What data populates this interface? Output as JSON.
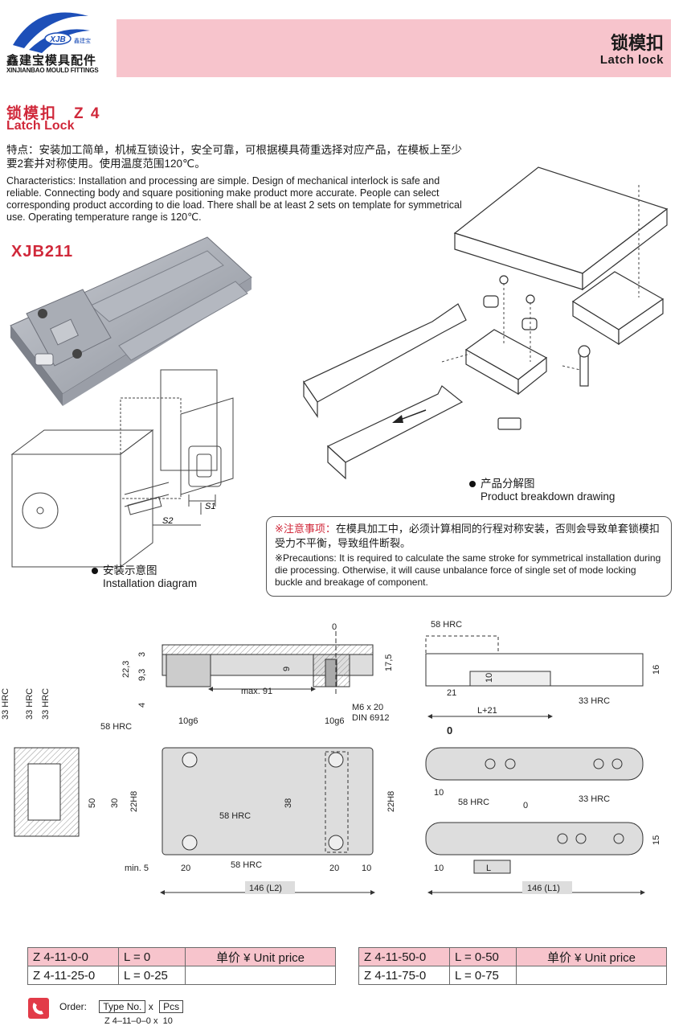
{
  "header": {
    "logo_mark": "XJB",
    "logo_badge": "鑫建宝",
    "logo_cn": "鑫建宝模具配件",
    "logo_en": "XINJIANBAO MOULD FITTINGS",
    "page_title_cn": "锁模扣",
    "page_title_en": "Latch lock"
  },
  "product": {
    "title_cn": "锁模扣　Z 4",
    "title_en": "Latch Lock",
    "features_cn": "特点：安装加工简单，机械互锁设计，安全可靠，可根据模具荷重选择对应产品，在模板上至少要2套并对称使用。使用温度范围120℃。",
    "features_en": "Characteristics: Installation and processing are simple. Design of mechanical interlock is safe and reliable. Connecting body and square positioning make product more accurate. People can select corresponding product according to die load. There shall be at least 2 sets on template for symmetrical use. Operating temperature range is 120℃.",
    "model": "XJB211"
  },
  "captions": {
    "breakdown_cn": "产品分解图",
    "breakdown_en": "Product breakdown drawing",
    "install_cn": "安装示意图",
    "install_en": "Installation diagram"
  },
  "install_labels": {
    "s1": "S1",
    "s2": "S2"
  },
  "precautions": {
    "lead": "※注意事项：",
    "text_cn": "在模具加工中，必须计算相同的行程对称安装，否则会导致单套锁模扣受力不平衡，导致组件断裂。",
    "text_en": "※Precautions: It is required to calculate the same stroke for symmetrical installation during die processing. Otherwise, it will cause unbalance force of single set of mode locking buckle and breakage of component."
  },
  "drawing": {
    "zero": "0",
    "hrc58": "58 HRC",
    "hrc33": "33 HRC",
    "d22_3": "22,3",
    "d3": "3",
    "d9_3": "9,3",
    "d4": "4",
    "d17_5": "17,5",
    "d9": "9",
    "max91": "max. 91",
    "screw1": "M6 x 20",
    "screw2": "DIN 6912",
    "d21": "21",
    "d10": "10",
    "d16": "16",
    "dL21": "L+21",
    "g6": "10g6",
    "d50": "50",
    "d30": "30",
    "d22h8": "22H8",
    "d38": "38",
    "min5": "min. 5",
    "d20": "20",
    "d146L2": "146 (L2)",
    "d146L1": "146 (L1)",
    "d15": "15",
    "L": "L"
  },
  "table_left": {
    "rows": [
      [
        "Z 4-11-0-0",
        "L = 0",
        "单价 ¥ Unit price"
      ],
      [
        "Z 4-11-25-0",
        "L = 0-25",
        ""
      ]
    ]
  },
  "table_right": {
    "rows": [
      [
        "Z 4-11-50-0",
        "L = 0-50",
        "单价 ¥ Unit price"
      ],
      [
        "Z 4-11-75-0",
        "L = 0-75",
        ""
      ]
    ]
  },
  "order": {
    "label": "Order:",
    "type_no": "Type No.",
    "x": "x",
    "pcs": "Pcs",
    "example_type": "Z 4–11–0–0",
    "example_x": "x",
    "example_qty": "10"
  },
  "colors": {
    "accent_pink": "#f7c4cc",
    "title_red": "#d0283a",
    "logo_blue": "#1d4fb8"
  }
}
